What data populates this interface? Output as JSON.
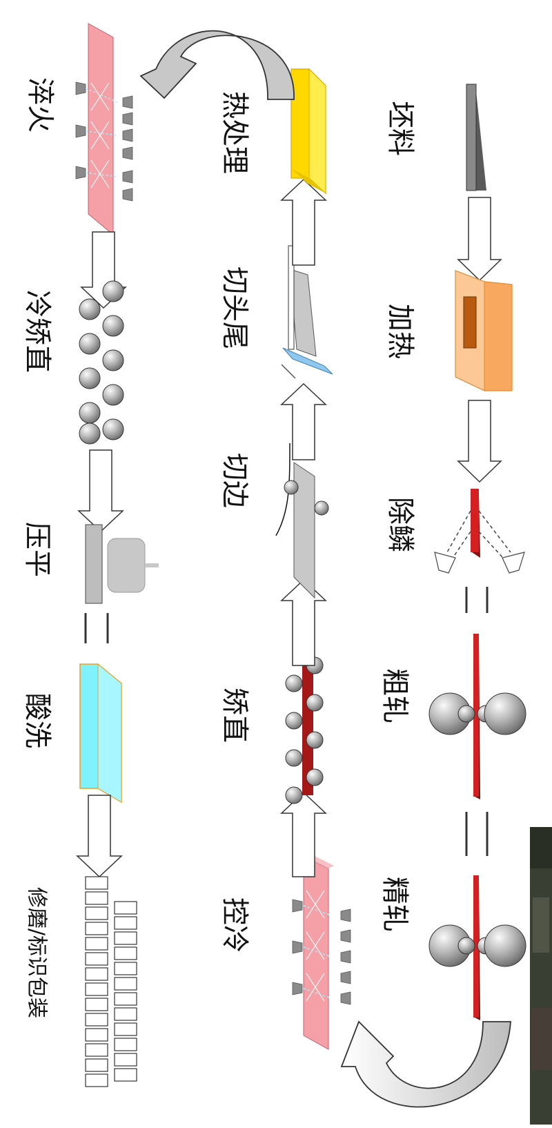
{
  "rows": {
    "right": [
      "坯料",
      "加热",
      "除鳞",
      "粗轧",
      "精轧"
    ],
    "middle": [
      "热处理",
      "切头尾",
      "切边",
      "矫直",
      "控冷"
    ],
    "left": [
      "淬火",
      "冷矫直",
      "压平",
      "酸洗",
      "修磨/标识包装"
    ]
  },
  "colors": {
    "billet": "#8a8a8a",
    "furnace": "#f8b878",
    "furnace_core": "#b85a10",
    "steel_red": "#cc2020",
    "hot_strip": "#e9484f",
    "quench_strip": "#f59a9a",
    "heat_treat": "#ffe21a",
    "blade": "#8ec8ee",
    "pickling": "#7ff1ff",
    "roller": "#a8a8a8"
  },
  "icons": [
    "roll-icon",
    "spray-nozzle-icon",
    "flow-arrow-icon",
    "u-turn-arrow-icon",
    "press-icon",
    "blade-icon"
  ]
}
